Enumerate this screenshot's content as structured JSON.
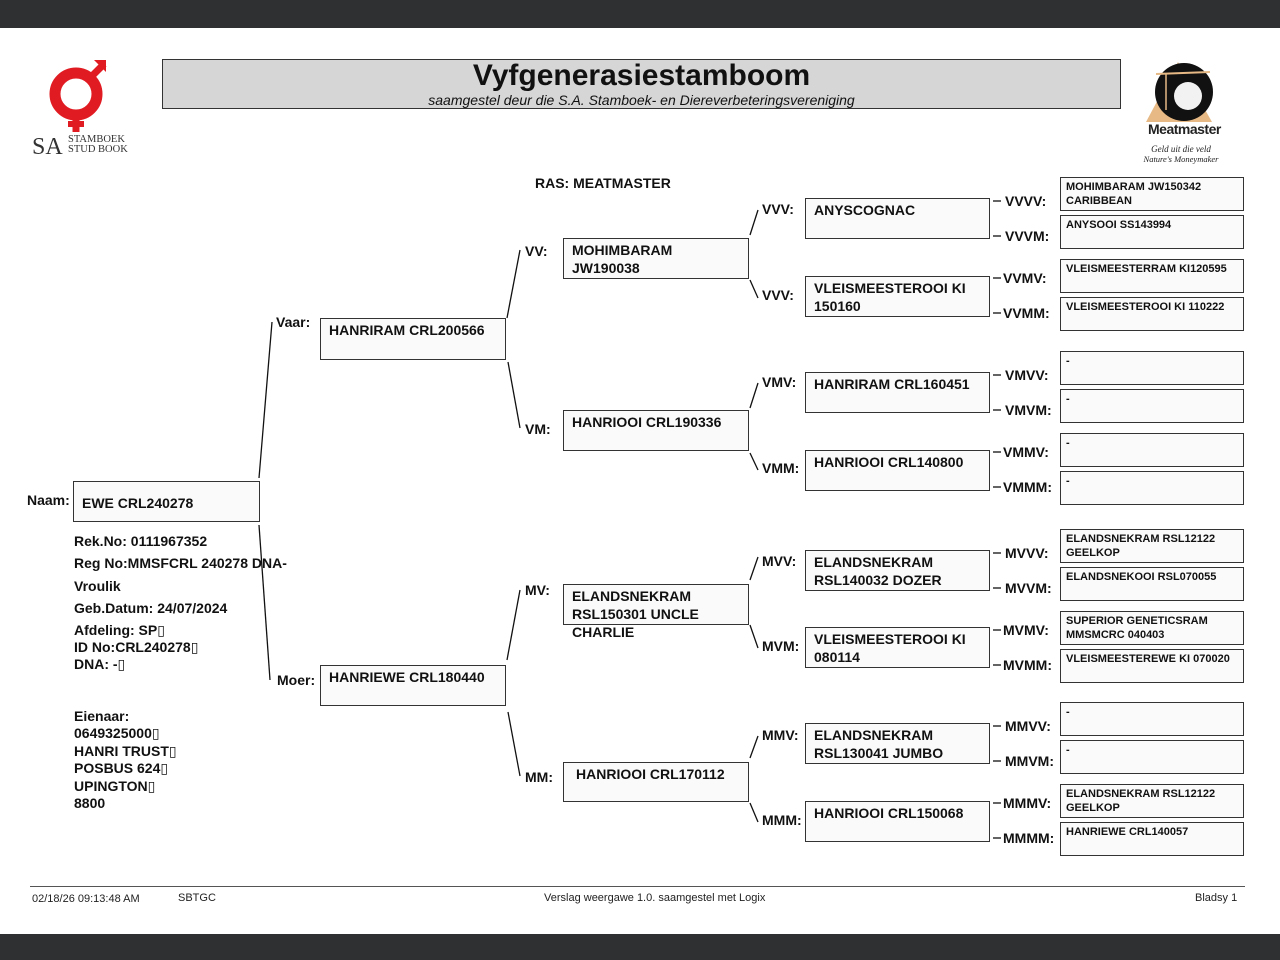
{
  "header": {
    "title": "Vyfgenerasiestamboom",
    "subtitle": "saamgestel deur die S.A. Stamboek- en Diereverbeteringsvereniging",
    "left_logo": {
      "line1": "SA",
      "line2": "STAMBOEK",
      "line3": "STUD BOOK"
    },
    "right_logo": {
      "brand": "Meatmaster",
      "tagline1": "Geld uit die veld",
      "tagline2": "Nature's Moneymaker"
    }
  },
  "breed": "RAS: MEATMASTER",
  "subject": {
    "label": "Naam:",
    "name": "EWE CRL240278",
    "rek_no": "Rek.No: 0111967352",
    "reg_no": "Reg No:MMSFCRL 240278 DNA-",
    "sex": "Vroulik",
    "birth": "Geb.Datum: 24/07/2024",
    "afdeling": "Afdeling: SP▯",
    "id_no": "ID No:CRL240278▯",
    "dna": "DNA: -▯",
    "owner": [
      "Eienaar:",
      "0649325000▯",
      "HANRI TRUST▯",
      "POSBUS 624▯",
      "UPINGTON▯",
      "8800"
    ]
  },
  "gen1": [
    {
      "label": "Vaar:",
      "name": "HANRIRAM CRL200566"
    },
    {
      "label": "Moer:",
      "name": "HANRIEWE CRL180440"
    }
  ],
  "gen2": [
    {
      "label": "VV:",
      "name": "MOHIMBARAM JW190038"
    },
    {
      "label": "VM:",
      "name": "HANRIOOI CRL190336"
    },
    {
      "label": "MV:",
      "name": "ELANDSNEKRAM RSL150301 UNCLE CHARLIE"
    },
    {
      "label": "MM:",
      "name": "HANRIOOI CRL170112"
    }
  ],
  "gen3": [
    {
      "label": "VVV:",
      "name": "ANYSCOGNAC"
    },
    {
      "label": "VVV:",
      "name": "VLEISMEESTEROOI KI 150160"
    },
    {
      "label": "VMV:",
      "name": "HANRIRAM CRL160451"
    },
    {
      "label": "VMM:",
      "name": "HANRIOOI CRL140800"
    },
    {
      "label": "MVV:",
      "name": "ELANDSNEKRAM RSL140032 DOZER"
    },
    {
      "label": "MVM:",
      "name": "VLEISMEESTEROOI KI 080114"
    },
    {
      "label": "MMV:",
      "name": "ELANDSNEKRAM RSL130041 JUMBO"
    },
    {
      "label": "MMM:",
      "name": "HANRIOOI CRL150068"
    }
  ],
  "gen4": [
    {
      "label": "VVVV:",
      "name": "MOHIMBARAM JW150342 CARIBBEAN"
    },
    {
      "label": "VVVM:",
      "name": "ANYSOOI SS143994"
    },
    {
      "label": "VVMV:",
      "name": "VLEISMEESTERRAM KI120595"
    },
    {
      "label": "VVMM:",
      "name": "VLEISMEESTEROOI KI 110222"
    },
    {
      "label": "VMVV:",
      "name": "-"
    },
    {
      "label": "VMVM:",
      "name": "-"
    },
    {
      "label": "VMMV:",
      "name": "-"
    },
    {
      "label": "VMMM:",
      "name": "-"
    },
    {
      "label": "MVVV:",
      "name": "ELANDSNEKRAM RSL12122 GEELKOP"
    },
    {
      "label": "MVVM:",
      "name": "ELANDSNEKOOI RSL070055"
    },
    {
      "label": "MVMV:",
      "name": "SUPERIOR GENETICSRAM MMSMCRC 040403"
    },
    {
      "label": "MVMM:",
      "name": "VLEISMEESTEREWE KI 070020"
    },
    {
      "label": "MMVV:",
      "name": "-"
    },
    {
      "label": "MMVM:",
      "name": "-"
    },
    {
      "label": "MMMV:",
      "name": "ELANDSNEKRAM RSL12122 GEELKOP"
    },
    {
      "label": "MMMM:",
      "name": "HANRIEWE CRL140057"
    }
  ],
  "footer": {
    "datetime": "02/18/26 09:13:48 AM",
    "code": "SBTGC",
    "report": "Verslag weergawe 1.0. saamgestel met Logix",
    "page": "Bladsy 1"
  },
  "colors": {
    "logo_red": "#e11b22",
    "title_bg": "#d6d6d6",
    "bar": "#2f3031"
  }
}
